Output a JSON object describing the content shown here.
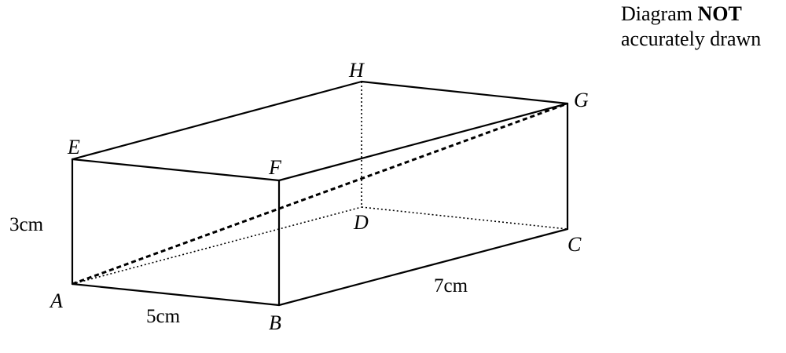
{
  "note": {
    "line1_prefix": "Diagram",
    "line1_bold": "NOT",
    "line2": "accurately drawn"
  },
  "vertices": {
    "A": "A",
    "B": "B",
    "C": "C",
    "D": "D",
    "E": "E",
    "F": "F",
    "G": "G",
    "H": "H"
  },
  "measurements": {
    "height": "3cm",
    "width": "5cm",
    "length": "7cm"
  }
}
